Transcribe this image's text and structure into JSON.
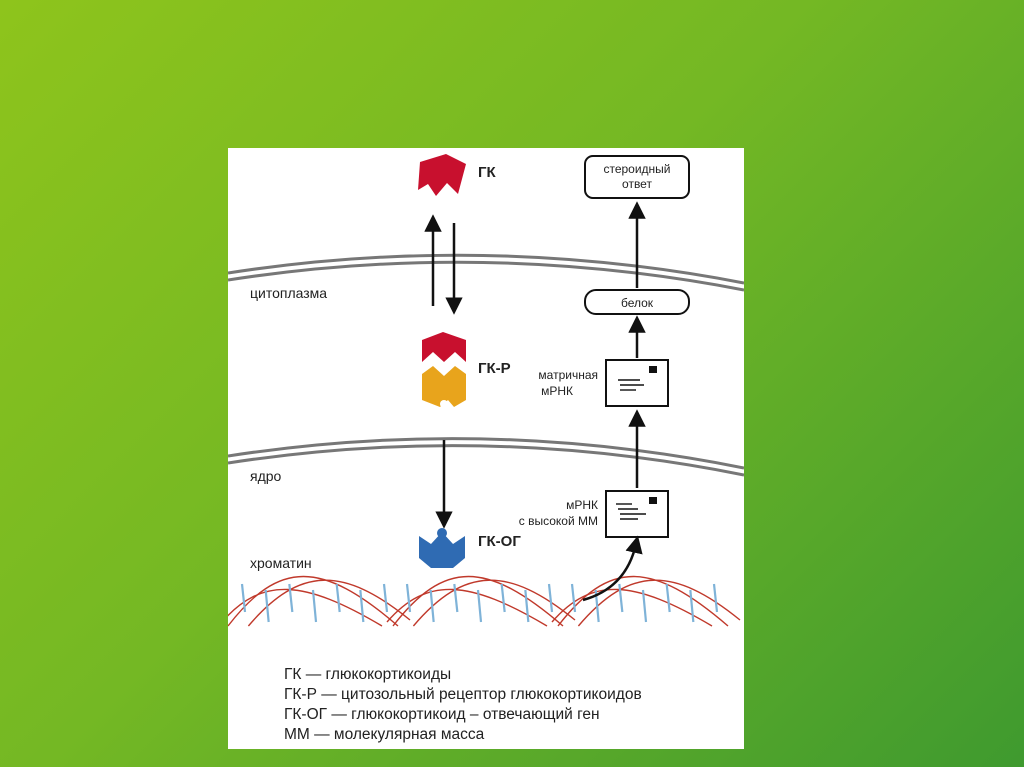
{
  "labels": {
    "gk": "ГК",
    "gk_r": "ГК-Р",
    "gk_og": "ГК-ОГ",
    "cytoplasm": "цитоплазма",
    "nucleus": "ядро",
    "chromatin": "хроматин",
    "steroid_response_1": "стероидный",
    "steroid_response_2": "ответ",
    "protein": "белок",
    "matrix_mrna_1": "матричная",
    "matrix_mrna_2": "мРНК",
    "hmw_mrna_1": "мРНК",
    "hmw_mrna_2": "с высокой ММ"
  },
  "legend": [
    "ГК — глюкокортикоиды",
    "ГК-Р — цитозольный рецептор глюкокортикоидов",
    "ГК-ОГ — глюкокортикоид – отвечающий ген",
    "ММ — молекулярная масса"
  ],
  "colors": {
    "hormone": "#c8102e",
    "receptor": "#e8a41c",
    "gene": "#2f6bb3",
    "dna_strand": "#c0392b",
    "dna_rung": "#7fb3d8",
    "membrane": "#777777"
  }
}
